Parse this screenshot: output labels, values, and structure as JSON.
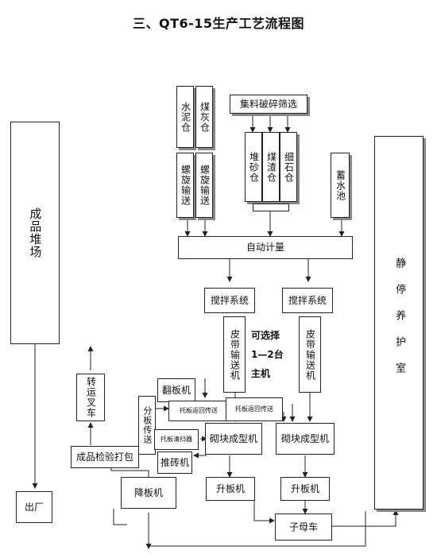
{
  "title": "三、QT6-15生产工艺流程图",
  "boxes": {
    "finished_yard": "成品堆场",
    "cement_silo": "水泥仓",
    "ash_silo": "煤灰仓",
    "screw_conveyor_1": "螺旋输送",
    "screw_conveyor_2": "螺旋输送",
    "crush_screen": "集料破碎筛选",
    "sand_silo": "堆砂仓",
    "slag_silo": "煤渣仓",
    "gravel_silo": "细石仓",
    "water_tank": "蓄水池",
    "auto_metering": "自动计量",
    "curing_room": "静停养护室",
    "mixer_1": "搅拌系统",
    "mixer_2": "搅拌系统",
    "belt_conveyor_1": "皮带输送机",
    "belt_conveyor_2": "皮带输送机",
    "transfer_forklift": "转运叉车",
    "pallet_flipper": "翻板机",
    "pallet_return_1": "托板返回传送",
    "pallet_return_2": "托板返回传送",
    "split_conveyor": "分板传送",
    "pallet_cleaner": "托板清扫器",
    "inspect_pack": "成品检验打包",
    "brick_pusher": "推砖机",
    "block_machine_1": "砌块成型机",
    "block_machine_2": "砌块成型机",
    "lowering_machine": "降板机",
    "lifter_1": "升板机",
    "lifter_2": "升板机",
    "shipping": "出厂",
    "transfer_car": "子母车"
  },
  "note": {
    "line1": "可选择",
    "line2": "1—2台",
    "line3": "主机"
  }
}
